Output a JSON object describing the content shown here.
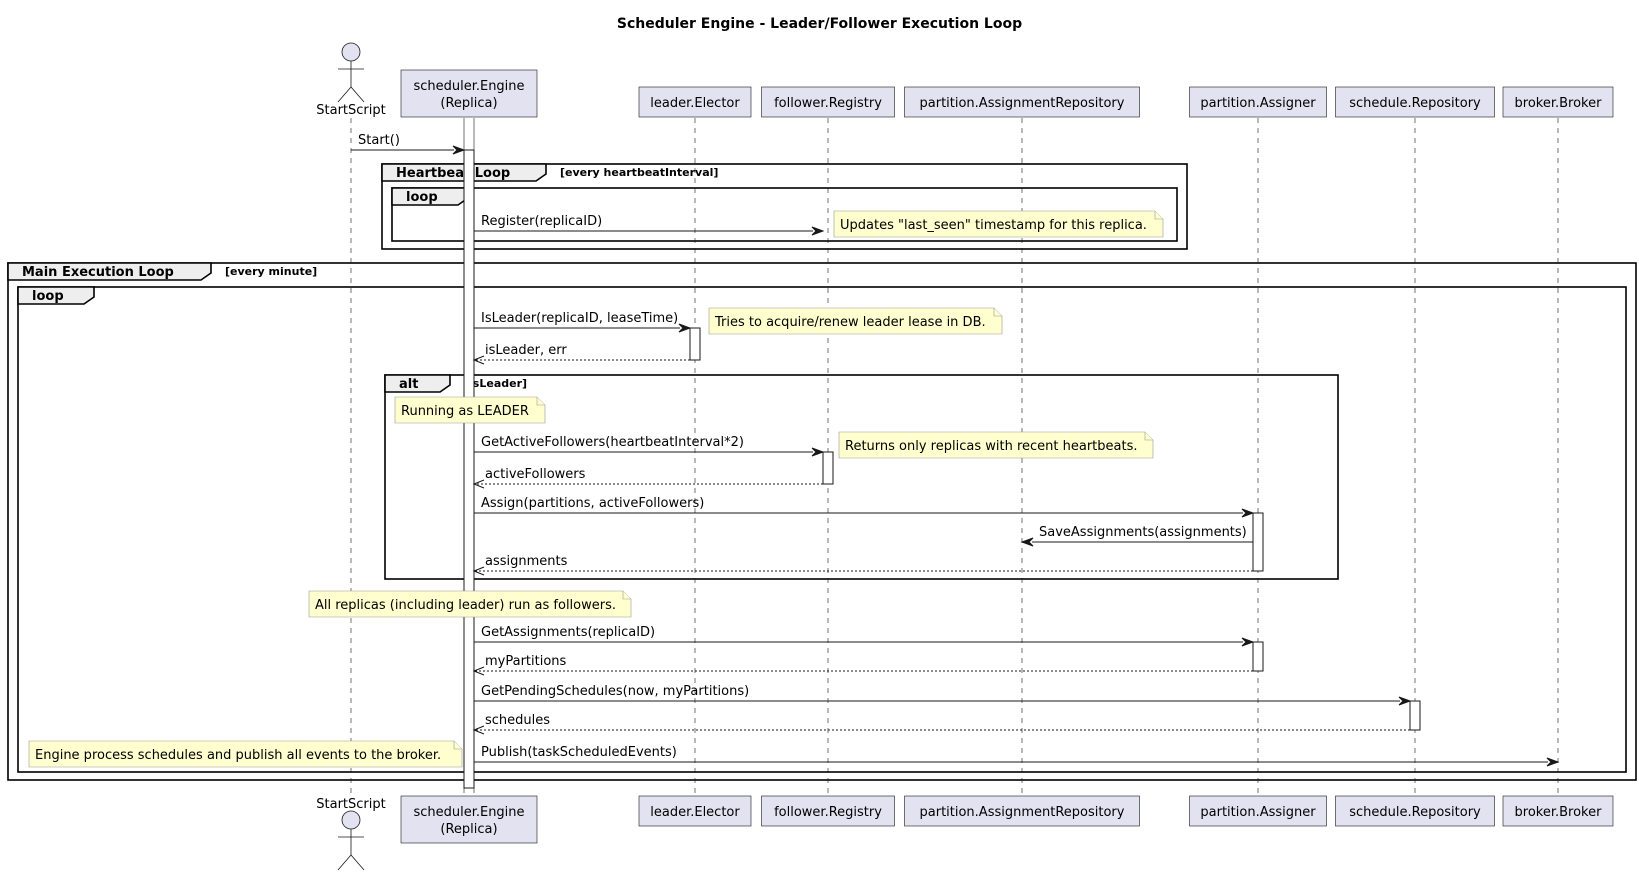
{
  "diagram": {
    "title": "Scheduler Engine - Leader/Follower Execution Loop",
    "participants": [
      {
        "id": "startscript",
        "kind": "actor",
        "lines": [
          "StartScript"
        ]
      },
      {
        "id": "engine",
        "kind": "box",
        "lines": [
          "scheduler.Engine",
          "(Replica)"
        ]
      },
      {
        "id": "elector",
        "kind": "box",
        "lines": [
          "leader.Elector"
        ]
      },
      {
        "id": "registry",
        "kind": "box",
        "lines": [
          "follower.Registry"
        ]
      },
      {
        "id": "assignrepo",
        "kind": "box",
        "lines": [
          "partition.AssignmentRepository"
        ]
      },
      {
        "id": "assigner",
        "kind": "box",
        "lines": [
          "partition.Assigner"
        ]
      },
      {
        "id": "schedrepo",
        "kind": "box",
        "lines": [
          "schedule.Repository"
        ]
      },
      {
        "id": "broker",
        "kind": "box",
        "lines": [
          "broker.Broker"
        ]
      }
    ],
    "frames": [
      {
        "id": "heartbeat-loop",
        "name": "Heartbeat Loop",
        "guard": "[every heartbeatInterval]"
      },
      {
        "id": "heartbeat-inner-loop",
        "name": "loop",
        "guard": ""
      },
      {
        "id": "main-loop",
        "name": "Main Execution Loop",
        "guard": "[every minute]"
      },
      {
        "id": "main-inner-loop",
        "name": "loop",
        "guard": ""
      },
      {
        "id": "leader-alt",
        "name": "alt",
        "guard": "[isLeader]"
      }
    ],
    "messages": [
      {
        "id": "m-start",
        "from": "startscript",
        "to": "engine",
        "label": "Start()",
        "style": "solid"
      },
      {
        "id": "m-register",
        "from": "engine",
        "to": "registry",
        "label": "Register(replicaID)",
        "style": "solid"
      },
      {
        "id": "m-isleader",
        "from": "engine",
        "to": "elector",
        "label": "IsLeader(replicaID, leaseTime)",
        "style": "solid"
      },
      {
        "id": "m-isleader-ret",
        "from": "elector",
        "to": "engine",
        "label": "isLeader, err",
        "style": "dashed"
      },
      {
        "id": "m-getfollowers",
        "from": "engine",
        "to": "registry",
        "label": "GetActiveFollowers(heartbeatInterval*2)",
        "style": "solid"
      },
      {
        "id": "m-getfollowers-ret",
        "from": "registry",
        "to": "engine",
        "label": "activeFollowers",
        "style": "dashed"
      },
      {
        "id": "m-assign",
        "from": "engine",
        "to": "assigner",
        "label": "Assign(partitions, activeFollowers)",
        "style": "solid"
      },
      {
        "id": "m-save",
        "from": "assigner",
        "to": "assignrepo",
        "label": "SaveAssignments(assignments)",
        "style": "solid"
      },
      {
        "id": "m-assign-ret",
        "from": "assigner",
        "to": "engine",
        "label": "assignments",
        "style": "dashed"
      },
      {
        "id": "m-getassign",
        "from": "engine",
        "to": "assigner",
        "label": "GetAssignments(replicaID)",
        "style": "solid"
      },
      {
        "id": "m-getassign-ret",
        "from": "assigner",
        "to": "engine",
        "label": "myPartitions",
        "style": "dashed"
      },
      {
        "id": "m-pending",
        "from": "engine",
        "to": "schedrepo",
        "label": "GetPendingSchedules(now, myPartitions)",
        "style": "solid"
      },
      {
        "id": "m-pending-ret",
        "from": "schedrepo",
        "to": "engine",
        "label": "schedules",
        "style": "dashed"
      },
      {
        "id": "m-publish",
        "from": "engine",
        "to": "broker",
        "label": "Publish(taskScheduledEvents)",
        "style": "solid"
      }
    ],
    "notes": [
      {
        "id": "n-heartbeat",
        "text": "Updates \"last_seen\" timestamp for this replica."
      },
      {
        "id": "n-lease",
        "text": "Tries to acquire/renew leader lease in DB."
      },
      {
        "id": "n-leader",
        "text": "Running as LEADER"
      },
      {
        "id": "n-recent",
        "text": "Returns only replicas with recent heartbeats."
      },
      {
        "id": "n-followers",
        "text": "All replicas (including leader) run as followers."
      },
      {
        "id": "n-publish",
        "text": "Engine process schedules and publish all events to the broker."
      }
    ]
  }
}
